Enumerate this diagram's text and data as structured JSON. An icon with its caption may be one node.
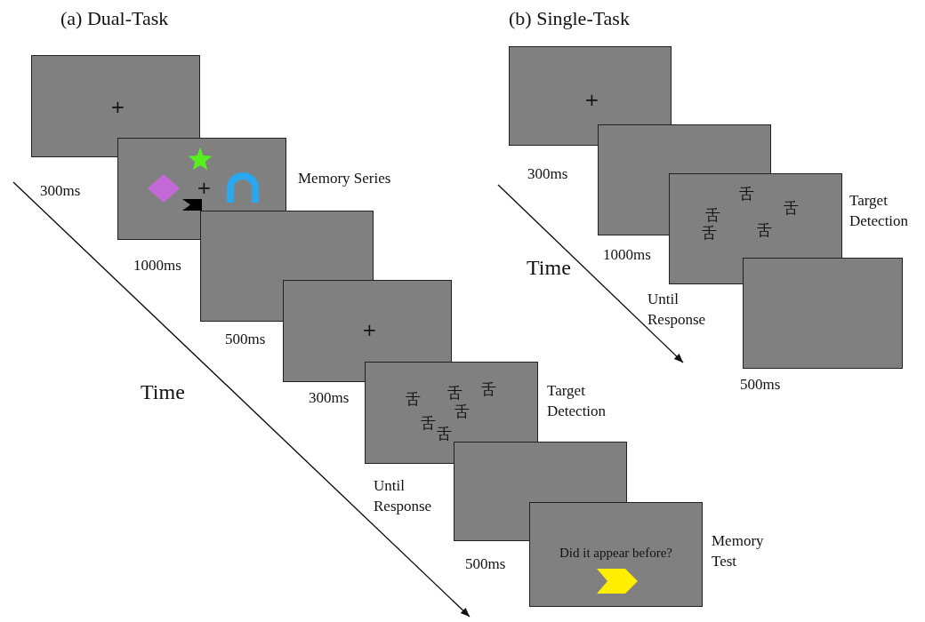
{
  "diagram": {
    "nodes": [
      {
        "text": [
          "+"
        ],
        "beside": [
          "300ms"
        ]
      },
      {
        "text": [
          "+"
        ],
        "beside": [
          "1000ms",
          "Memory Series"
        ]
      },
      {
        "text": [],
        "shape": "box",
        "beside": [
          "500ms"
        ]
      },
      {
        "text": [
          "+"
        ],
        "beside": [
          "300ms"
        ]
      },
      {
        "text": [
          "舌",
          "舌",
          "舌",
          "舌",
          "舌",
          "舌"
        ],
        "beside": [
          "Target Detection",
          "Until Response"
        ]
      },
      {
        "text": [],
        "shape": "box",
        "beside": [
          "500ms"
        ]
      },
      {
        "text": [
          "Did it appear before?"
        ],
        "beside": [
          "Memory Test"
        ]
      },
      {
        "text": [
          "+"
        ],
        "beside": [
          "300ms"
        ]
      },
      {
        "text": [],
        "shape": "box",
        "beside": [
          "1000ms"
        ]
      },
      {
        "text": [
          "舌",
          "舌",
          "舌",
          "舌",
          "舌"
        ],
        "beside": [
          "Target Detection",
          "Until Response"
        ]
      },
      {
        "text": [],
        "shape": "box",
        "beside": [
          "500ms"
        ]
      }
    ],
    "edges": [],
    "labels": [
      "(a) Dual-Task",
      "(b) Single-Task",
      "Time",
      "Time"
    ]
  }
}
